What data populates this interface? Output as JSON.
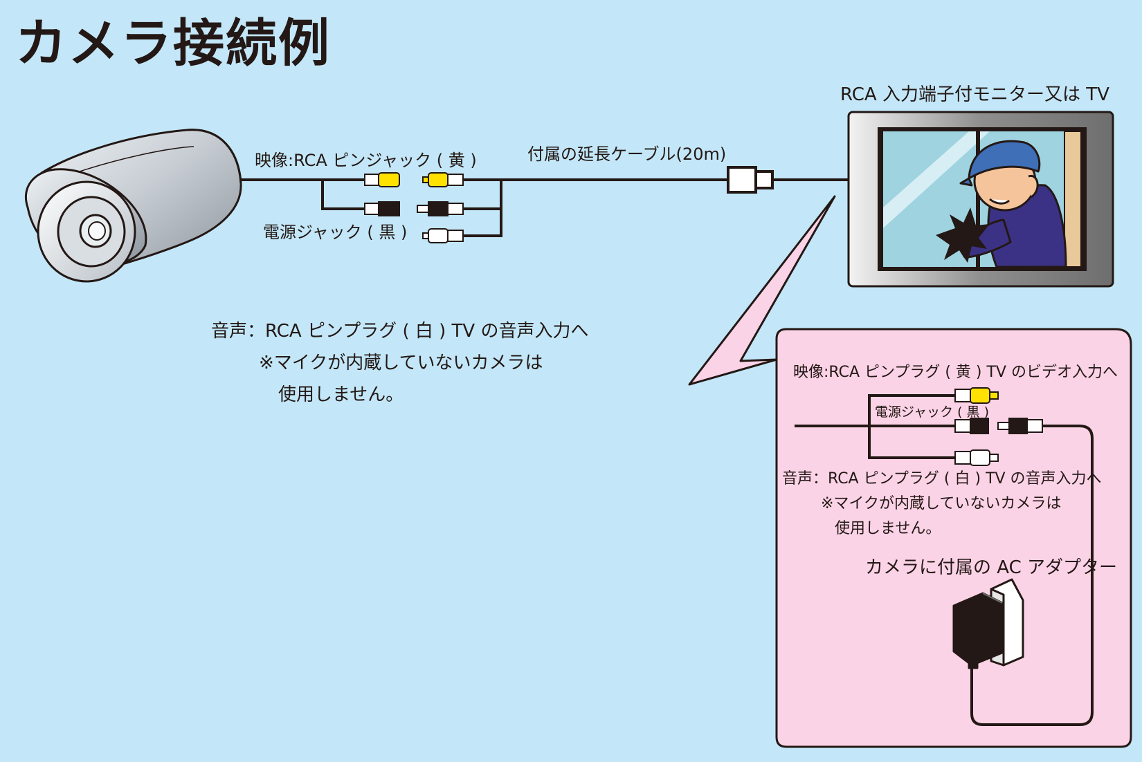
{
  "title": "カメラ接続例",
  "monitor_label": "RCA 入力端子付モニター又は TV",
  "cable_label": "付属の延長ケーブル(20m)",
  "camera_side": {
    "video_jack": "映像:RCA ピンジャック ( 黄 )",
    "power_jack": "電源ジャック ( 黒 )",
    "audio_line1": "音声：RCA ピンプラグ ( 白 ) TV の音声入力へ",
    "audio_line2": "※マイクが内蔵していないカメラは",
    "audio_line3": "使用しません。"
  },
  "detail_panel": {
    "video_plug": "映像:RCA ピンプラグ ( 黄 ) TV のビデオ入力へ",
    "power_jack": "電源ジャック ( 黒 )",
    "audio_line1": "音声：RCA ピンプラグ ( 白 ) TV の音声入力へ",
    "audio_line2": "※マイクが内蔵していないカメラは",
    "audio_line3": "使用しません。",
    "adapter_label": "カメラに付属の AC アダプター"
  },
  "colors": {
    "background": "#c3e7f8",
    "panel": "#fbd3e6",
    "video_plug": "#ffe100",
    "power_plug": "#231815",
    "audio_plug": "#ffffff"
  }
}
